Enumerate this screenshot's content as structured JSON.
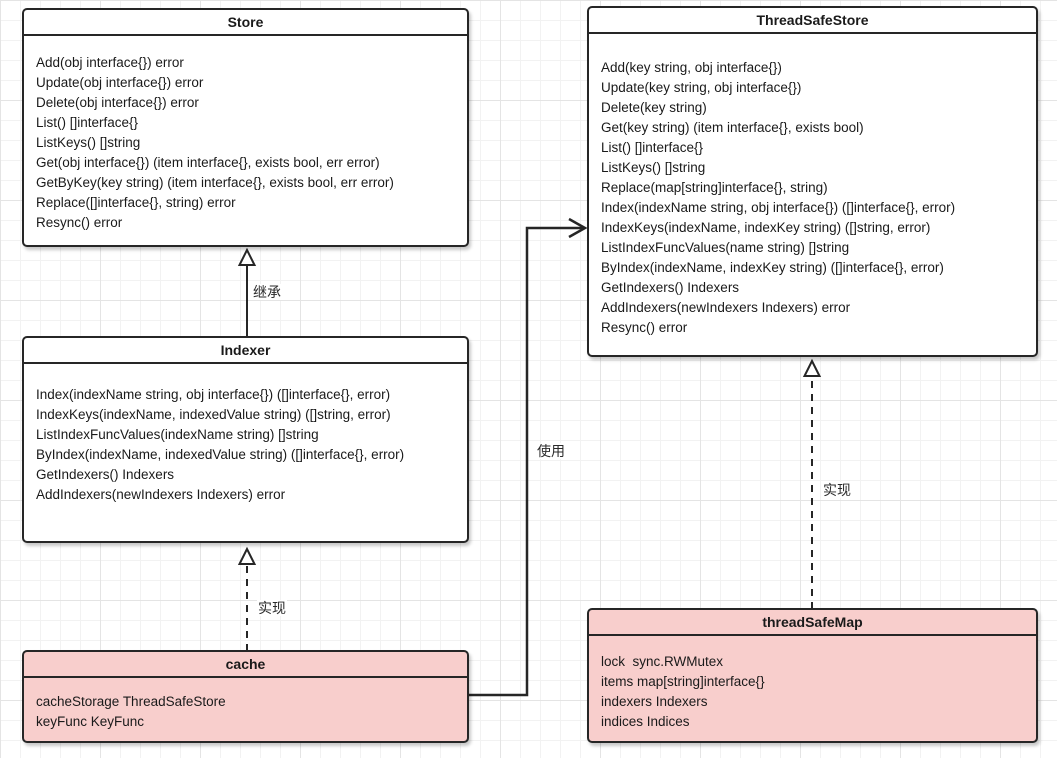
{
  "diagram": {
    "type": "uml-class-diagram",
    "colors": {
      "box_fill_white": "#ffffff",
      "box_fill_pink": "#f8cecc",
      "border": "#262626",
      "text": "#1a1a1a",
      "grid_minor": "#f2f2f2",
      "grid_major": "#e4e4e4"
    },
    "boxes": [
      {
        "id": "store",
        "title": "Store",
        "fill": "white",
        "members": [
          "Add(obj interface{}) error",
          "Update(obj interface{}) error",
          "Delete(obj interface{}) error",
          "List() []interface{}",
          "ListKeys() []string",
          "Get(obj interface{}) (item interface{}, exists bool, err error)",
          "GetByKey(key string) (item interface{}, exists bool, err error)",
          "Replace([]interface{}, string) error",
          "Resync() error"
        ]
      },
      {
        "id": "thread-safe-store",
        "title": "ThreadSafeStore",
        "fill": "white",
        "members": [
          "Add(key string, obj interface{})",
          "Update(key string, obj interface{})",
          "Delete(key string)",
          "Get(key string) (item interface{}, exists bool)",
          "List() []interface{}",
          "ListKeys() []string",
          "Replace(map[string]interface{}, string)",
          "Index(indexName string, obj interface{}) ([]interface{}, error)",
          "IndexKeys(indexName, indexKey string) ([]string, error)",
          "ListIndexFuncValues(name string) []string",
          "ByIndex(indexName, indexKey string) ([]interface{}, error)",
          "GetIndexers() Indexers",
          "AddIndexers(newIndexers Indexers) error",
          "Resync() error"
        ]
      },
      {
        "id": "indexer",
        "title": "Indexer",
        "fill": "white",
        "members": [
          "Index(indexName string, obj interface{}) ([]interface{}, error)",
          "IndexKeys(indexName, indexedValue string) ([]string, error)",
          "ListIndexFuncValues(indexName string) []string",
          "ByIndex(indexName, indexedValue string) ([]interface{}, error)",
          "GetIndexers() Indexers",
          "AddIndexers(newIndexers Indexers) error"
        ]
      },
      {
        "id": "cache",
        "title": "cache",
        "fill": "pink",
        "members": [
          "cacheStorage ThreadSafeStore",
          "keyFunc KeyFunc"
        ]
      },
      {
        "id": "thread-safe-map",
        "title": "threadSafeMap",
        "fill": "pink",
        "members": [
          "lock  sync.RWMutex",
          "items map[string]interface{}",
          "indexers Indexers",
          "indices Indices"
        ]
      }
    ],
    "edges": [
      {
        "from": "Indexer",
        "to": "Store",
        "type": "generalization-solid-hollow-arrow",
        "label": "继承"
      },
      {
        "from": "cache",
        "to": "Indexer",
        "type": "realization-dashed-hollow-arrow",
        "label": "实现"
      },
      {
        "from": "cache",
        "to": "ThreadSafeStore",
        "type": "usage-solid-open-arrow",
        "label": "使用"
      },
      {
        "from": "threadSafeMap",
        "to": "ThreadSafeStore",
        "type": "realization-dashed-hollow-arrow",
        "label": "实现"
      }
    ]
  }
}
